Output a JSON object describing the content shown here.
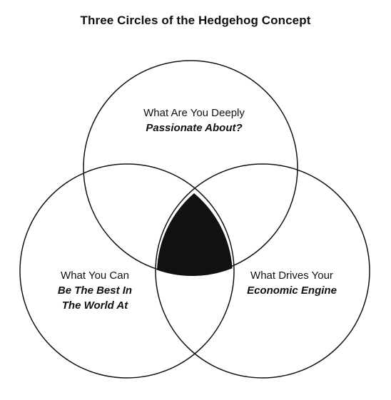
{
  "title": "Three Circles of the Hedgehog Concept",
  "circles": [
    {
      "id": "passion",
      "plain": "What Are You Deeply",
      "emphasis": [
        "Passionate About?"
      ]
    },
    {
      "id": "best",
      "plain": "What You Can",
      "emphasis": [
        "Be The Best In",
        "The World At"
      ]
    },
    {
      "id": "economic",
      "plain": "What Drives Your",
      "emphasis": [
        "Economic Engine"
      ]
    }
  ],
  "colors": {
    "stroke": "#111111",
    "intersection_fill": "#111111",
    "background": "#ffffff"
  }
}
